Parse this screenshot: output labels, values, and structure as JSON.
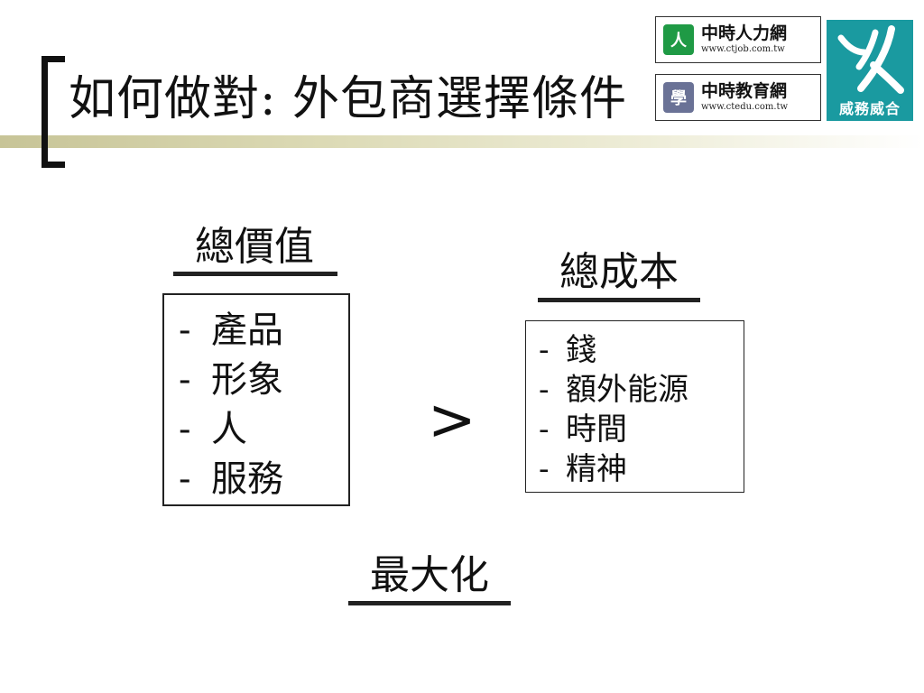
{
  "slide": {
    "title": "如何做對: 外包商選擇條件",
    "value_heading": "總價值",
    "value_items": [
      "產品",
      "形象",
      "人",
      "服務"
    ],
    "cost_heading": "總成本",
    "cost_items": [
      "錢",
      "額外能源",
      "時間",
      "精神"
    ],
    "item_dash": "-",
    "comparison": ">",
    "bottom_heading": "最大化"
  },
  "logos": {
    "ctjob": {
      "name": "中時人力網",
      "url": "www.ctjob.com.tw",
      "icon_char": "人",
      "icon_color": "#1f9a45"
    },
    "ctedu": {
      "name": "中時教育網",
      "url": "www.ctedu.com.tw",
      "icon_char": "學",
      "icon_color": "#6a7296"
    },
    "brand": {
      "name": "威務威合",
      "color": "#1a9aa0"
    }
  }
}
